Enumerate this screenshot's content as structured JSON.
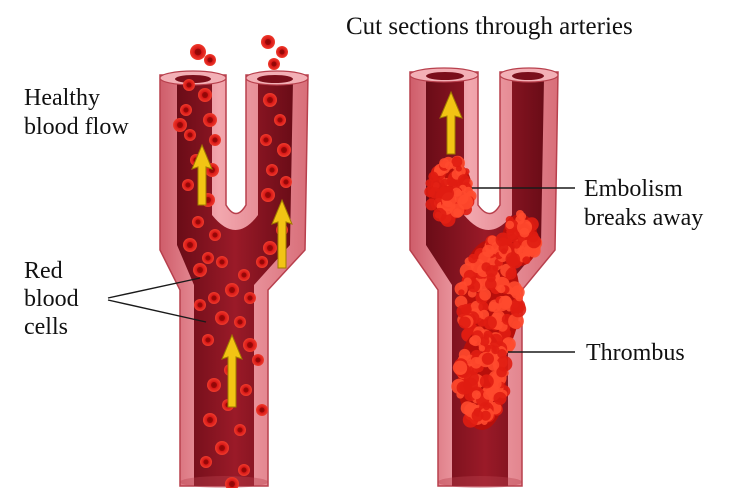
{
  "title": "Cut sections through arteries",
  "labels": {
    "healthy_line1": "Healthy",
    "healthy_line2": "blood flow",
    "red_line1": "Red",
    "red_line2": "blood",
    "red_line3": "cells",
    "embolism_line1": "Embolism",
    "embolism_line2": "breaks away",
    "thrombus": "Thrombus"
  },
  "colors": {
    "vessel_wall": "#e6858f",
    "wall_highlight": "#f5b4ba",
    "wall_outline": "#b8404d",
    "lumen": "#8e1423",
    "lumen_dark": "#5e0a14",
    "cell": "#e01a1a",
    "cell_center": "#a30b0b",
    "arrow": "#f2c414",
    "clot": "#d8150d"
  },
  "icons": [
    "flow-arrow-icon",
    "red-blood-cell-icon"
  ]
}
